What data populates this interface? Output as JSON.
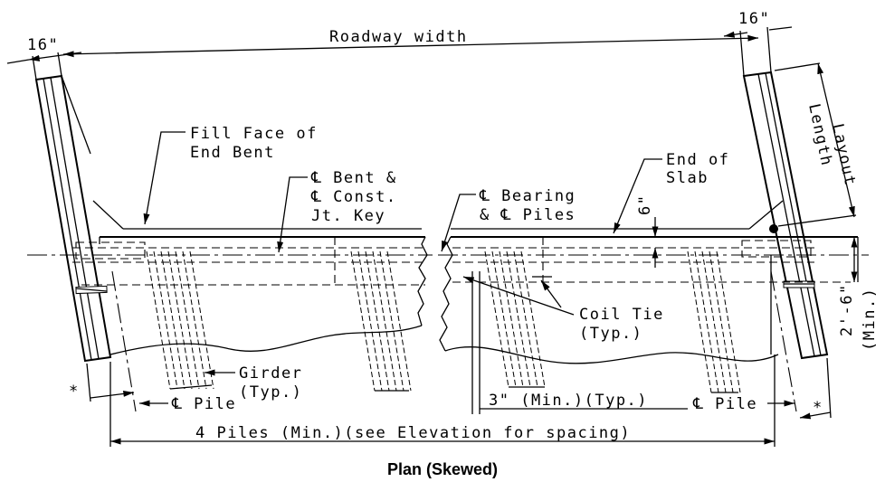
{
  "title": "Plan (Skewed)",
  "labels": {
    "dim_left": "16\"",
    "dim_right": "16\"",
    "roadway_width": "Roadway width",
    "fill_face_1": "Fill Face of",
    "fill_face_2": "End Bent",
    "cl_bent_1": "℄ Bent &",
    "cl_bent_2": "℄ Const.",
    "cl_bent_3": "Jt. Key",
    "cl_bearing_1": "℄ Bearing",
    "cl_bearing_2": "& ℄ Piles",
    "end_slab_1": "End of",
    "end_slab_2": "Slab",
    "layout_length_1": "Layout",
    "layout_length_2": "Length",
    "dim_six": "6\"",
    "dim_two_six": "2'-6\"",
    "dim_min": "(Min.)",
    "coil_tie_1": "Coil Tie",
    "coil_tie_2": "(Typ.)",
    "girder_1": "Girder",
    "girder_2": "(Typ.)",
    "cl_pile_left": "℄ Pile",
    "cl_pile_right": "℄ Pile",
    "three_min": "3\" (Min.)(Typ.)",
    "four_piles": "4 Piles (Min.)(see Elevation for spacing)",
    "asterisk_left": "*",
    "asterisk_right": "*"
  }
}
